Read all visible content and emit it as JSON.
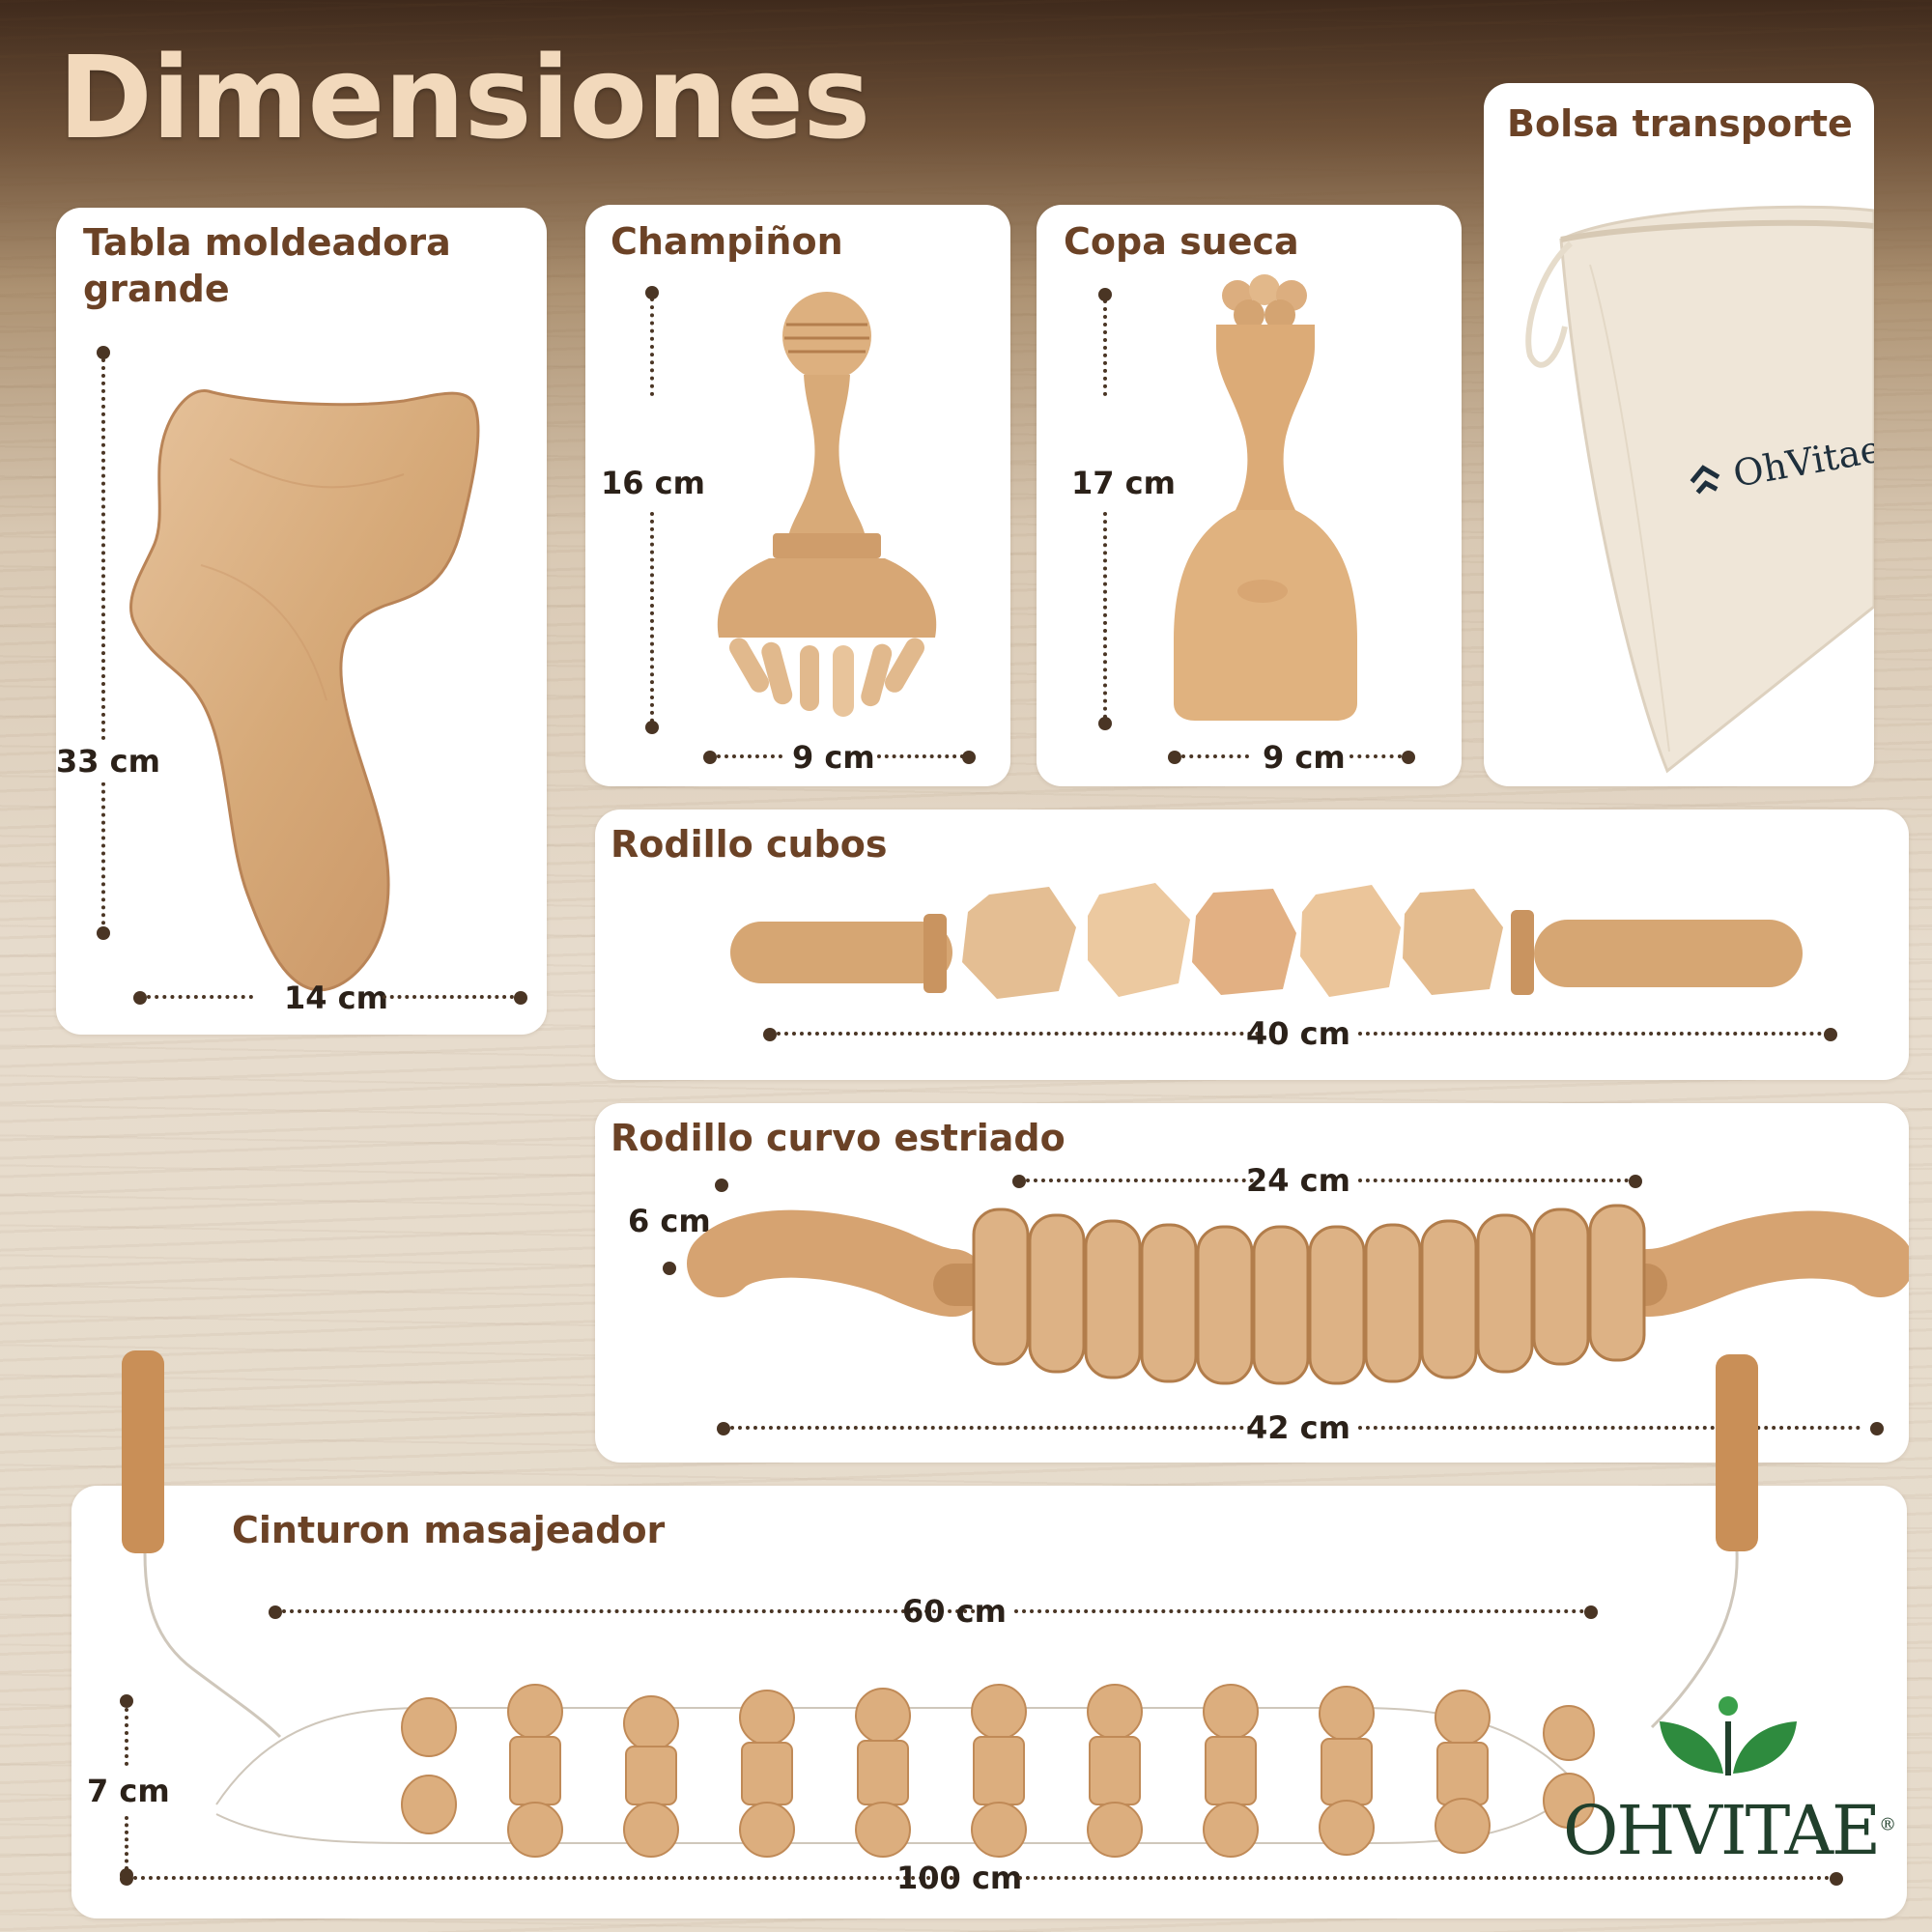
{
  "page": {
    "title": "Dimensiones"
  },
  "colors": {
    "panel_title": "#6b4226",
    "wood": "#d9aa79",
    "bag": "#efe6d8",
    "logo_green": "#2e8b3e",
    "logo_text": "#21402c",
    "banner_title": "#f2d9bc"
  },
  "products": {
    "tabla": {
      "title": "Tabla moldeadora\ngrande",
      "height": "33 cm",
      "width": "14 cm"
    },
    "champinon": {
      "title": "Champiñon",
      "height": "16 cm",
      "width": "9 cm"
    },
    "copa": {
      "title": "Copa sueca",
      "height": "17 cm",
      "width": "9 cm"
    },
    "bolsa": {
      "title": "Bolsa transporte",
      "brand": "OhVitae"
    },
    "rodillo_cubos": {
      "title": "Rodillo cubos",
      "length": "40 cm"
    },
    "rodillo_curvo": {
      "title": "Rodillo curvo estriado",
      "inner_length": "24 cm",
      "diameter": "6 cm",
      "length": "42 cm"
    },
    "cinturon": {
      "title": "Cinturon masajeador",
      "inner_length": "60 cm",
      "height": "7 cm",
      "length": "100 cm"
    }
  },
  "logo": {
    "text": "OHVITAE",
    "mark": "®"
  },
  "icons": [
    "leaf-logo-icon",
    "chevron-up-logo-icon"
  ]
}
